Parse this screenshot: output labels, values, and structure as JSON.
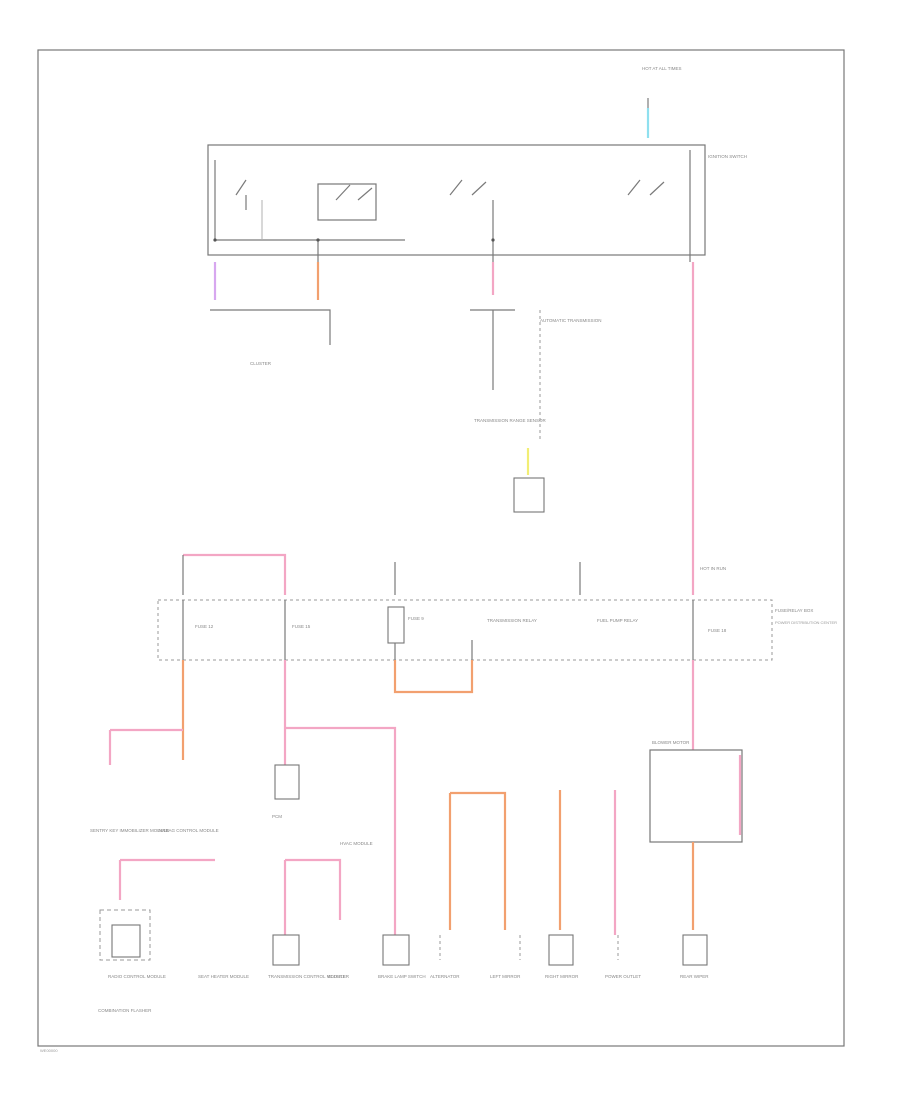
{
  "diagram": {
    "corner_code": "WE00000",
    "labels": {
      "top_source": "HOT AT ALL TIMES",
      "ignition_switch": "IGNITION SWITCH",
      "cluster_top": "CLUSTER",
      "connector_note": "AUTOMATIC TRANSMISSION",
      "transmission_range": "TRANSMISSION RANGE SENSOR",
      "fuse_box": "FUSE/RELAY BOX",
      "fuse_box_note": "POWER DISTRIBUTION CENTER",
      "hot_in_run": "HOT IN RUN",
      "blower": "BLOWER MOTOR",
      "fuse_label_1": "FUSE 12",
      "fuse_label_2": "FUSE 15",
      "fuse_label_3": "FUSE 9",
      "fuse_label_4": "FUSE 18",
      "relay_label": "TRANSMISSION RELAY",
      "fuel_label": "FUEL PUMP RELAY",
      "comp_1": "SENTRY KEY IMMOBILIZER MODULE",
      "comp_2": "AIRBAG CONTROL MODULE",
      "comp_3": "PCM",
      "comp_4": "HVAC MODULE",
      "bottom_1": "RADIO CONTROL MODULE",
      "bottom_2": "SEAT HEATER MODULE",
      "bottom_3": "TRANSMISSION CONTROL MODULE",
      "bottom_4": "CLUSTER",
      "bottom_5": "BRAKE LAMP SWITCH",
      "bottom_6": "ALTERNATOR",
      "bottom_7": "LEFT MIRROR",
      "bottom_8": "RIGHT MIRROR",
      "bottom_9": "POWER OUTLET",
      "bottom_10": "REAR WIPER",
      "bottom_note": "COMBINATION FLASHER"
    }
  }
}
